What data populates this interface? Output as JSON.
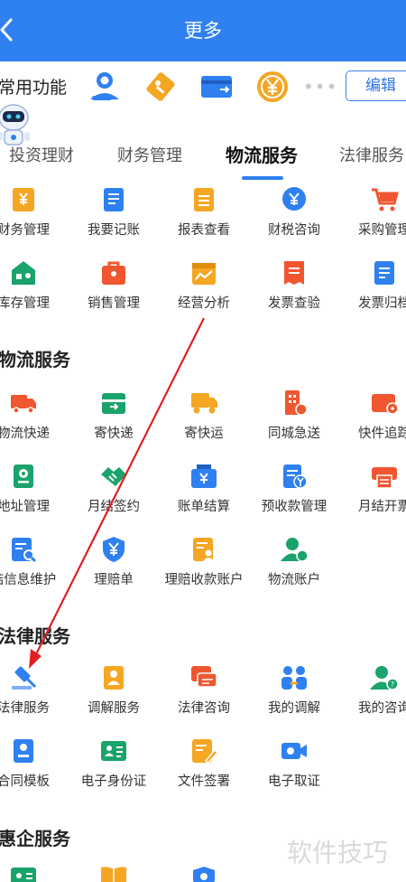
{
  "header": {
    "title": "更多",
    "back_icon": "chevron-left-icon"
  },
  "common": {
    "label": "常用功能",
    "icons": [
      "user-service-icon",
      "tag-coin-icon",
      "card-transfer-icon",
      "yuan-coin-icon"
    ],
    "more_dots": "•••",
    "edit_label": "编辑"
  },
  "tabs": [
    {
      "label": "投资理财",
      "active": false
    },
    {
      "label": "财务管理",
      "active": false
    },
    {
      "label": "物流服务",
      "active": true
    },
    {
      "label": "法律服务",
      "active": false
    }
  ],
  "sections": {
    "finance_items": [
      {
        "label": "财务管理",
        "icon": "yuan-file-icon",
        "color": "#f5a623"
      },
      {
        "label": "我要记账",
        "icon": "ledger-icon",
        "color": "#2f80f0"
      },
      {
        "label": "报表查看",
        "icon": "report-icon",
        "color": "#f5a623"
      },
      {
        "label": "财税咨询",
        "icon": "yuan-bubble-icon",
        "color": "#2f80f0"
      },
      {
        "label": "采购管理",
        "icon": "cart-icon",
        "color": "#f0562f"
      },
      {
        "label": "库存管理",
        "icon": "warehouse-icon",
        "color": "#1aa36a"
      },
      {
        "label": "销售管理",
        "icon": "sales-bag-icon",
        "color": "#f0562f"
      },
      {
        "label": "经营分析",
        "icon": "analysis-calendar-icon",
        "color": "#f5a623"
      },
      {
        "label": "发票查验",
        "icon": "invoice-check-icon",
        "color": "#f0562f"
      },
      {
        "label": "发票归档",
        "icon": "invoice-archive-icon",
        "color": "#2f80f0"
      }
    ],
    "logistics": {
      "title": "物流服务",
      "items": [
        {
          "label": "物流快递",
          "icon": "truck-icon",
          "color": "#f0562f"
        },
        {
          "label": "寄快递",
          "icon": "parcel-box-icon",
          "color": "#1aa36a"
        },
        {
          "label": "寄快运",
          "icon": "cargo-truck-icon",
          "color": "#f5a623"
        },
        {
          "label": "同城急送",
          "icon": "building-clock-icon",
          "color": "#f0562f"
        },
        {
          "label": "快件追踪",
          "icon": "tracking-card-icon",
          "color": "#f0562f"
        },
        {
          "label": "地址管理",
          "icon": "address-pin-icon",
          "color": "#1aa36a"
        },
        {
          "label": "月结签约",
          "icon": "handshake-icon",
          "color": "#1aa36a"
        },
        {
          "label": "账单结算",
          "icon": "bill-wallet-icon",
          "color": "#2f80f0"
        },
        {
          "label": "预收款管理",
          "icon": "prepay-doc-icon",
          "color": "#2f80f0"
        },
        {
          "label": "月结开票",
          "icon": "printer-icon",
          "color": "#f0562f"
        },
        {
          "label": "结信息维护",
          "icon": "doc-search-icon",
          "color": "#2f80f0"
        },
        {
          "label": "理赔单",
          "icon": "shield-yuan-icon",
          "color": "#2f80f0"
        },
        {
          "label": "理赔收款账户",
          "icon": "claim-account-icon",
          "color": "#f5a623"
        },
        {
          "label": "物流账户",
          "icon": "user-account-icon",
          "color": "#1aa36a"
        }
      ]
    },
    "legal": {
      "title": "法律服务",
      "items": [
        {
          "label": "法律服务",
          "icon": "gavel-icon",
          "color": "#2f80f0"
        },
        {
          "label": "调解服务",
          "icon": "mediation-doc-icon",
          "color": "#f5a623"
        },
        {
          "label": "法律咨询",
          "icon": "chat-bubbles-icon",
          "color": "#f0562f"
        },
        {
          "label": "我的调解",
          "icon": "people-icon",
          "color": "#2f80f0"
        },
        {
          "label": "我的咨询",
          "icon": "user-question-icon",
          "color": "#1aa36a"
        },
        {
          "label": "合同模板",
          "icon": "contract-icon",
          "color": "#2f80f0"
        },
        {
          "label": "电子身份证",
          "icon": "id-card-icon",
          "color": "#1aa36a"
        },
        {
          "label": "文件签署",
          "icon": "sign-doc-icon",
          "color": "#f5a623"
        },
        {
          "label": "电子取证",
          "icon": "camera-icon",
          "color": "#2f80f0"
        }
      ]
    },
    "huiqi": {
      "title": "惠企服务",
      "items": [
        {
          "icon": "badge-card-icon",
          "color": "#1aa36a"
        },
        {
          "icon": "book-icon",
          "color": "#f5a623"
        },
        {
          "icon": "shield-icon",
          "color": "#2f80f0"
        }
      ]
    }
  },
  "watermark": "软件技巧",
  "colors": {
    "primary": "#2f80f0",
    "arrow": "#e02020"
  }
}
